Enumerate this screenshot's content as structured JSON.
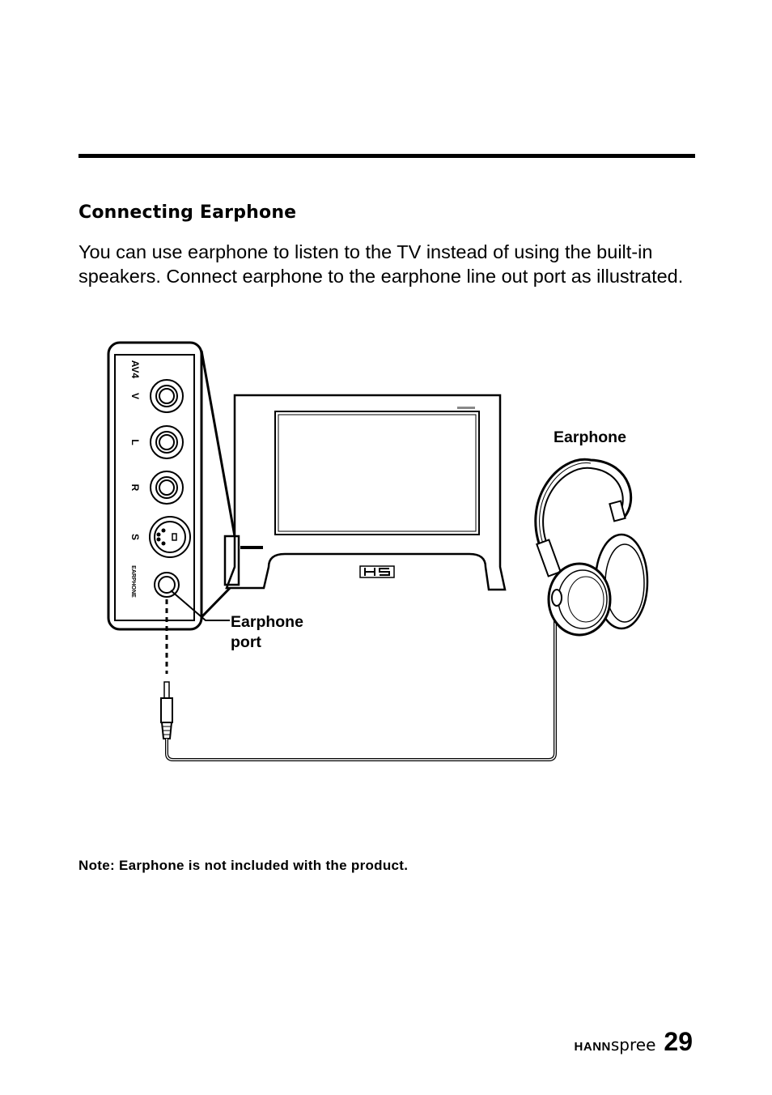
{
  "section": {
    "title": "Connecting Earphone",
    "body": "You can use earphone to listen to the TV instead of using the built-in speakers. Connect earphone to the earphone line out port as illustrated."
  },
  "figure": {
    "earphone_label": "Earphone",
    "port_label_line1": "Earphone",
    "port_label_line2": "port",
    "panel": {
      "av4": "AV4",
      "v": "V",
      "l": "L",
      "r": "R",
      "s": "S",
      "earphone": "EARPHONE"
    },
    "tv_logo": "HS"
  },
  "note": "Note: Earphone is not included with the product.",
  "footer": {
    "brand_bold": "HANN",
    "brand_light": "spree",
    "page_number": "29"
  }
}
